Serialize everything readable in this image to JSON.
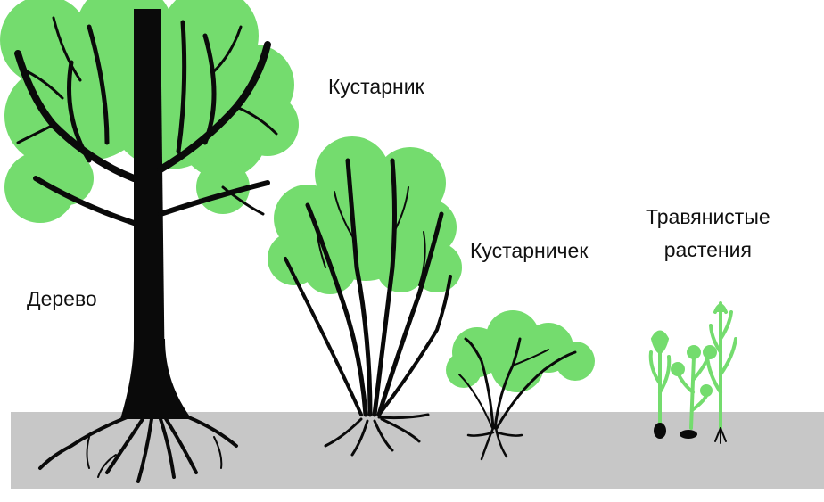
{
  "labels": {
    "tree": "Дерево",
    "shrub": "Кустарник",
    "subshrub": "Кустарничек",
    "herbs_line1": "Травянистые",
    "herbs_line2": "растения"
  },
  "colors": {
    "foliage": "#74dc6e",
    "wood": "#0a0a0a",
    "herb": "#74dc6e",
    "ground": "#c7c7c7",
    "background": "#ffffff",
    "text": "#111111"
  }
}
